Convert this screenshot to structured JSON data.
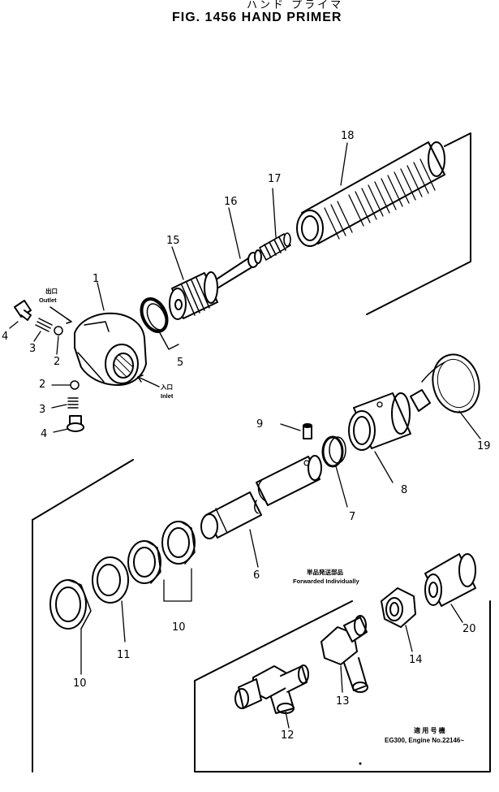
{
  "title_jp": "ハンド プライマ",
  "title": "FIG. 1456   HAND   PRIMER",
  "callouts": [
    "1",
    "2",
    "2",
    "3",
    "3",
    "4",
    "4",
    "5",
    "6",
    "7",
    "8",
    "9",
    "10",
    "10",
    "11",
    "12",
    "13",
    "14",
    "15",
    "16",
    "17",
    "18",
    "19",
    "20"
  ],
  "outlet_jp": "出口",
  "outlet": "Outlet",
  "inlet_jp": "入口",
  "inlet": "Inlet",
  "forwarded_jp": "単品発送部品",
  "forwarded": "Forwarded Individually",
  "applicable_jp": "適 用 号 機",
  "applicable": "EG300, Engine No.22146~"
}
